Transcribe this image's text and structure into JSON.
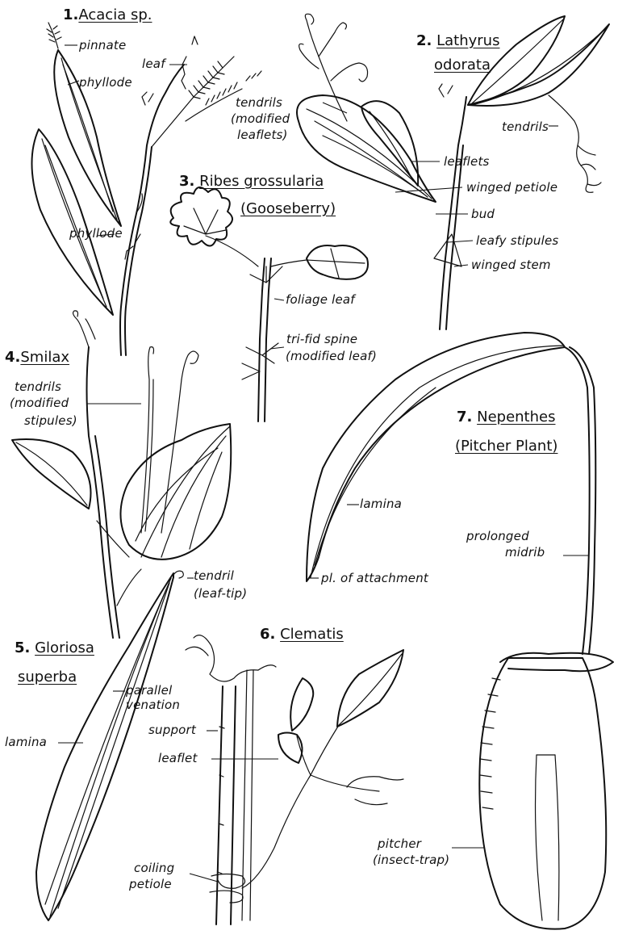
{
  "specimens": [
    {
      "number": "1.",
      "name": "Acacia sp.",
      "labels": {
        "pinnate": "pinnate",
        "leaf": "leaf",
        "phyllode_top": "phyllode",
        "phyllode_low": "phyllode"
      }
    },
    {
      "number": "2.",
      "name_line1": "Lathyrus",
      "name_line2": "odorata",
      "labels": {
        "tendrils_top": "tendrils",
        "tendrils_mod_1": "tendrils",
        "tendrils_mod_2": "(modified",
        "tendrils_mod_3": "leaflets)",
        "leaflets": "leaflets",
        "winged_petiole": "winged petiole",
        "bud": "bud",
        "leafy_stipules": "leafy stipules",
        "winged_stem": "winged stem"
      }
    },
    {
      "number": "3.",
      "name": "Ribes grossularia",
      "common": "(Gooseberry)",
      "labels": {
        "foliage_leaf": "foliage leaf",
        "spine_1": "tri-fid spine",
        "spine_2": "(modified leaf)"
      }
    },
    {
      "number": "4.",
      "name": "Smilax",
      "labels": {
        "tendrils_1": "tendrils",
        "tendrils_2": "(modified",
        "tendrils_3": "stipules)"
      }
    },
    {
      "number": "5.",
      "name_line1": "Gloriosa",
      "name_line2": "superba",
      "labels": {
        "tendril_1": "tendril",
        "tendril_2": "(leaf-tip)",
        "parallel_1": "parallel",
        "parallel_2": "venation",
        "lamina": "lamina"
      }
    },
    {
      "number": "6.",
      "name": "Clematis",
      "labels": {
        "support": "support",
        "leaflet": "leaflet",
        "coiling_1": "coiling",
        "coiling_2": "petiole"
      }
    },
    {
      "number": "7.",
      "name": "Nepenthes",
      "common": "(Pitcher Plant)",
      "labels": {
        "lamina": "lamina",
        "prolonged_1": "prolonged",
        "prolonged_2": "midrib",
        "attachment": "pl. of attachment",
        "pitcher_1": "pitcher",
        "pitcher_2": "(insect-trap)"
      }
    }
  ]
}
